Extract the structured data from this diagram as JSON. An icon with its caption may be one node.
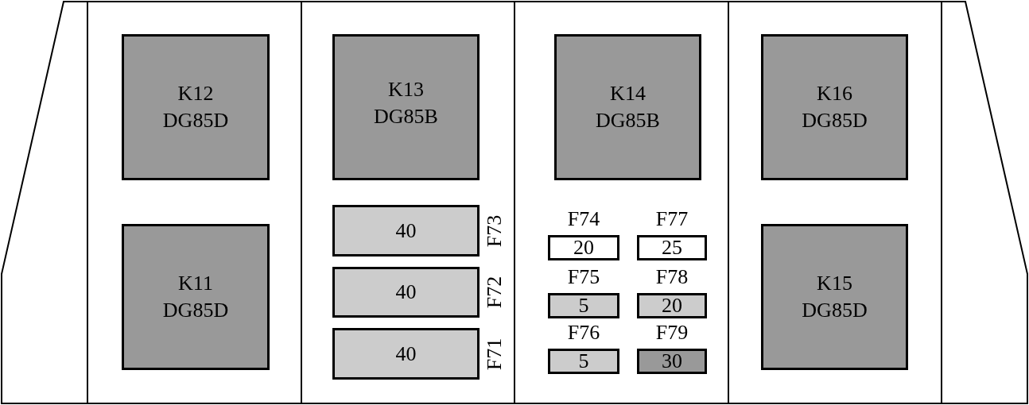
{
  "diagram": {
    "nodes": [
      {
        "text": [
          "K12",
          "DG85D"
        ]
      },
      {
        "text": [
          "K11",
          "DG85D"
        ]
      },
      {
        "text": [
          "K13",
          "DG85B"
        ]
      },
      {
        "text": [
          "40"
        ],
        "beside": [
          "F73"
        ]
      },
      {
        "text": [
          "40"
        ],
        "beside": [
          "F72"
        ]
      },
      {
        "text": [
          "40"
        ],
        "beside": [
          "F71"
        ]
      },
      {
        "text": [
          "K14",
          "DG85B"
        ]
      },
      {
        "text": [
          "F74",
          "20"
        ]
      },
      {
        "text": [
          "F77",
          "25"
        ]
      },
      {
        "text": [
          "F75",
          "5"
        ]
      },
      {
        "text": [
          "F78",
          "20"
        ]
      },
      {
        "text": [
          "F76",
          "5"
        ]
      },
      {
        "text": [
          "F79",
          "30"
        ]
      },
      {
        "text": [
          "K16",
          "DG85D"
        ]
      },
      {
        "text": [
          "K15",
          "DG85D"
        ]
      }
    ],
    "edges": []
  }
}
